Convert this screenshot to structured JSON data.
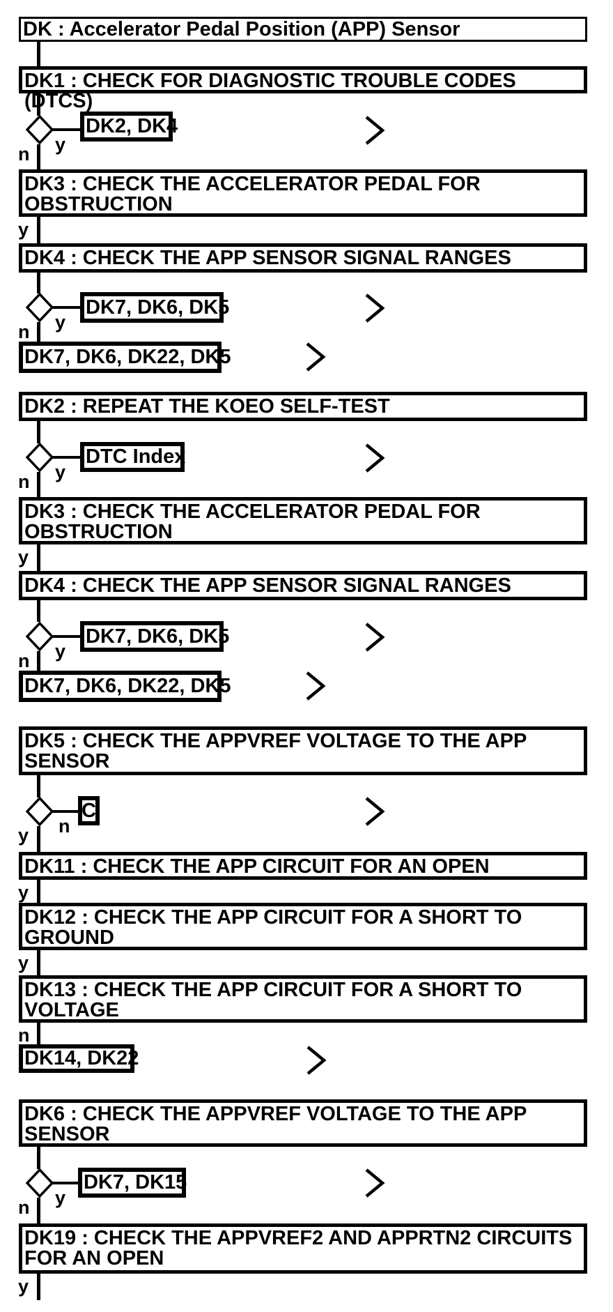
{
  "flowchart": {
    "title": "DK : Accelerator Pedal Position (APP) Sensor",
    "boxes": {
      "dk1": "DK1 : CHECK FOR DIAGNOSTIC TROUBLE CODES (DTCS)",
      "dk2": "DK2 : REPEAT THE KOEO SELF-TEST",
      "dk3": {
        "line1": "DK3 : CHECK THE ACCELERATOR PEDAL FOR",
        "line2": "OBSTRUCTION"
      },
      "dk4": "DK4 : CHECK THE APP SENSOR SIGNAL RANGES",
      "dk5": {
        "line1": "DK5 : CHECK THE APPVREF VOLTAGE TO THE APP",
        "line2": "SENSOR"
      },
      "dk6": {
        "line1": "DK6 : CHECK THE APPVREF VOLTAGE TO THE APP",
        "line2": "SENSOR"
      },
      "dk11": "DK11 : CHECK THE APP CIRCUIT FOR AN OPEN",
      "dk12": {
        "line1": "DK12 : CHECK THE APP CIRCUIT FOR A SHORT TO",
        "line2": "GROUND"
      },
      "dk13": {
        "line1": "DK13 : CHECK THE APP CIRCUIT FOR A SHORT TO",
        "line2": "VOLTAGE"
      },
      "dk19": {
        "line1": "DK19 : CHECK THE APPVREF2 AND APPRTN2 CIRCUITS",
        "line2": "FOR AN OPEN"
      }
    },
    "refs": {
      "dk2_dk4": "DK2, DK4",
      "dk7_dk6_dk5": "DK7, DK6, DK5",
      "dk7_dk6_dk22_dk5": "DK7, DK6, DK22, DK5",
      "dtc_index": "DTC Index",
      "c": "C",
      "dk14_dk22": "DK14, DK22",
      "dk7_dk15": "DK7, DK15"
    },
    "labels": {
      "yes": "y",
      "no": "n"
    },
    "colors": {
      "ink": "#000000",
      "background": "#ffffff"
    }
  }
}
